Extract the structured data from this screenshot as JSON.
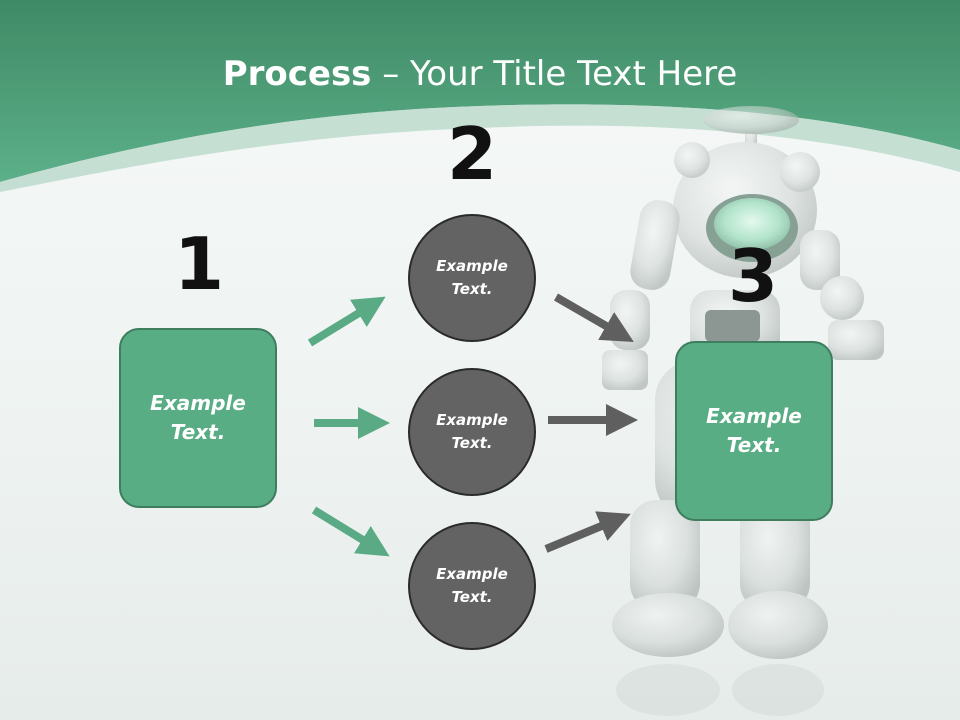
{
  "title": {
    "bold": "Process",
    "rest": " – Your Title Text Here"
  },
  "steps": [
    {
      "number": "1",
      "label": "Example Text."
    },
    {
      "number": "2",
      "items": [
        "Example Text.",
        "Example Text.",
        "Example Text."
      ]
    },
    {
      "number": "3",
      "label": "Example Text."
    }
  ],
  "colors": {
    "header_green": "#4f9f78",
    "box_green": "#58ad84",
    "circle_gray": "#636363",
    "arrow_green": "#5aab85",
    "arrow_gray": "#5f5f5f"
  }
}
